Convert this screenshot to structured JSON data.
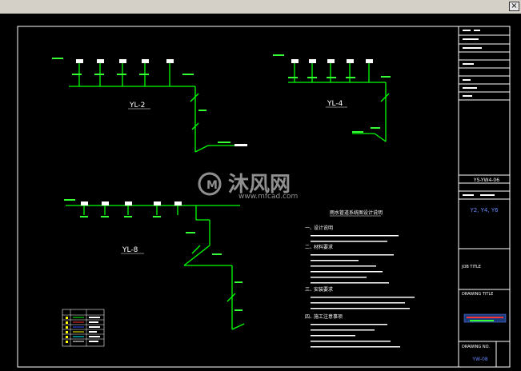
{
  "window": {
    "close_glyph": "×"
  },
  "labels": {
    "yl2": "YL-2",
    "yl4": "YL-4",
    "yl8": "YL-8"
  },
  "title_block": {
    "sheet_code": "YS-YW4-06",
    "rows": [
      "Y2, Y4, Y6"
    ],
    "job_title": "JOB TITLE",
    "drawing_title": "DRAWING TITLE",
    "drawing_no": "DRAWING NO.",
    "sheet_no": "YW-08"
  },
  "watermark": {
    "brand": "沐风网",
    "url": "www.mfcad.com"
  },
  "notes": {
    "heading": "雨水管道系统图设计说明",
    "sections": [
      {
        "num": "一、",
        "title": "设计说明"
      },
      {
        "num": "二、",
        "title": "材料要求"
      },
      {
        "num": "三、",
        "title": "安装要求"
      },
      {
        "num": "四、",
        "title": "施工注意事项"
      }
    ]
  },
  "colors": {
    "pipe": "#00ff00",
    "frame": "#ffffff",
    "text": "#ffffff",
    "label_green": "#33ff33",
    "tag_blue": "#3355ff",
    "tag_red": "#ff3333",
    "dim_magenta": "#d000d0"
  }
}
